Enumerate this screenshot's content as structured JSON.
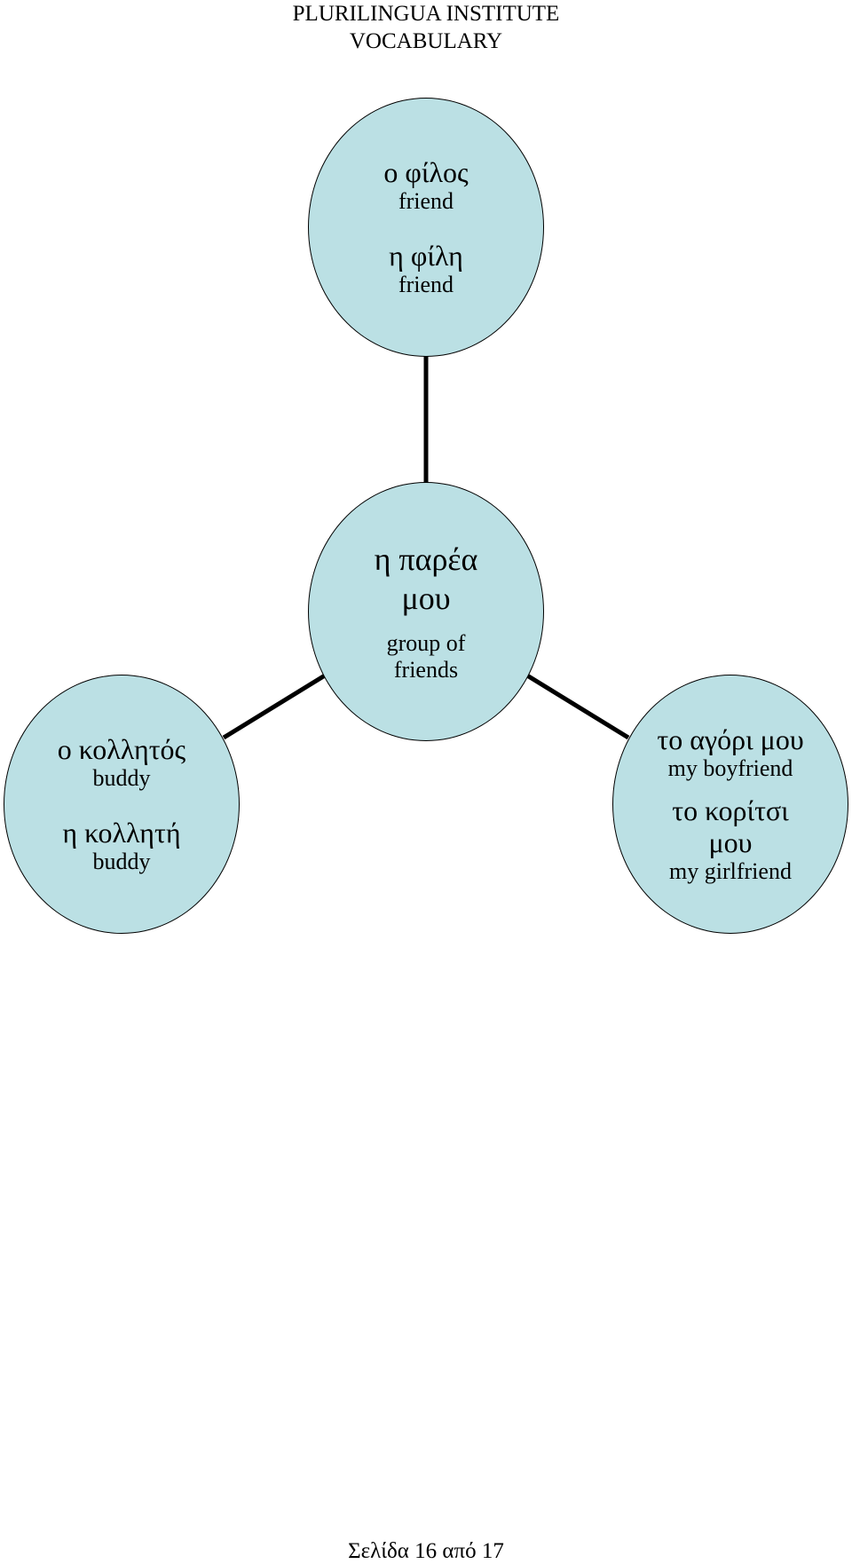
{
  "header": {
    "line1": "PLURILINGUA INSTITUTE",
    "line2": "VOCABULARY"
  },
  "colors": {
    "node_fill": "#bbe0e4",
    "node_border": "#000000",
    "connector": "#000000"
  },
  "nodes": {
    "top": {
      "pairs": [
        {
          "greek": "ο φίλος",
          "english": "friend"
        },
        {
          "greek": "η φίλη",
          "english": "friend"
        }
      ]
    },
    "center": {
      "greek_line1": "η παρέα",
      "greek_line2": "μου",
      "english_line1": "group of",
      "english_line2": "friends"
    },
    "left": {
      "pairs": [
        {
          "greek": "ο κολλητός",
          "english": "buddy"
        },
        {
          "greek": "η κολλητή",
          "english": "buddy"
        }
      ]
    },
    "right": {
      "pair1": {
        "greek": "το αγόρι μου",
        "english": "my boyfriend"
      },
      "pair2": {
        "greek_line1": "το κορίτσι",
        "greek_line2": "μου",
        "english": "my girlfriend"
      }
    }
  },
  "footer": {
    "page_label": "Σελίδα 16 από 17"
  }
}
